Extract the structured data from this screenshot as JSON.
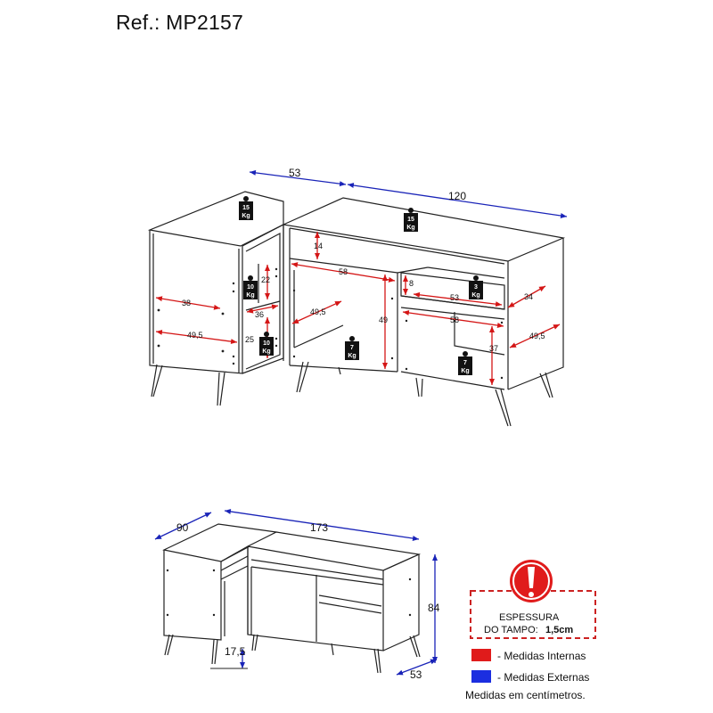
{
  "reference": "Ref.: MP2157",
  "top_view": {
    "external": {
      "depth_side": "53",
      "width_main": "120"
    },
    "internal": {
      "side_shelf_depth": "38",
      "side_depth": "49,5",
      "side_top_height": "22",
      "side_inner_width": "36",
      "side_bottom_height": "25",
      "niche_height": "14",
      "left_width": "58",
      "left_depth": "49,5",
      "left_height": "49",
      "drawer_height": "8",
      "drawer_width": "53",
      "drawer_depth": "34",
      "right_width": "58",
      "right_height": "37",
      "right_depth": "49,5"
    },
    "weights": {
      "side_top": [
        "15",
        "Kg"
      ],
      "main_top": [
        "15",
        "Kg"
      ],
      "side_shelf": [
        "10",
        "Kg"
      ],
      "side_bottom": [
        "10",
        "Kg"
      ],
      "left_bottom": [
        "7",
        "Kg"
      ],
      "drawer": [
        "3",
        "Kg"
      ],
      "right_bottom": [
        "7",
        "Kg"
      ]
    }
  },
  "bottom_view": {
    "depth_side": "90",
    "width_total": "173",
    "height": "84",
    "depth_main": "53",
    "leg_height": "17,5"
  },
  "legend": {
    "thickness_line1": "ESPESSURA",
    "thickness_line2": "DO TAMPO:",
    "thickness_value": "1,5cm",
    "internal_label": "- Medidas Internas",
    "external_label": "- Medidas Externas",
    "units_note": "Medidas em centímetros.",
    "internal_color": "#e01b1b",
    "external_color": "#1b2ee0"
  }
}
